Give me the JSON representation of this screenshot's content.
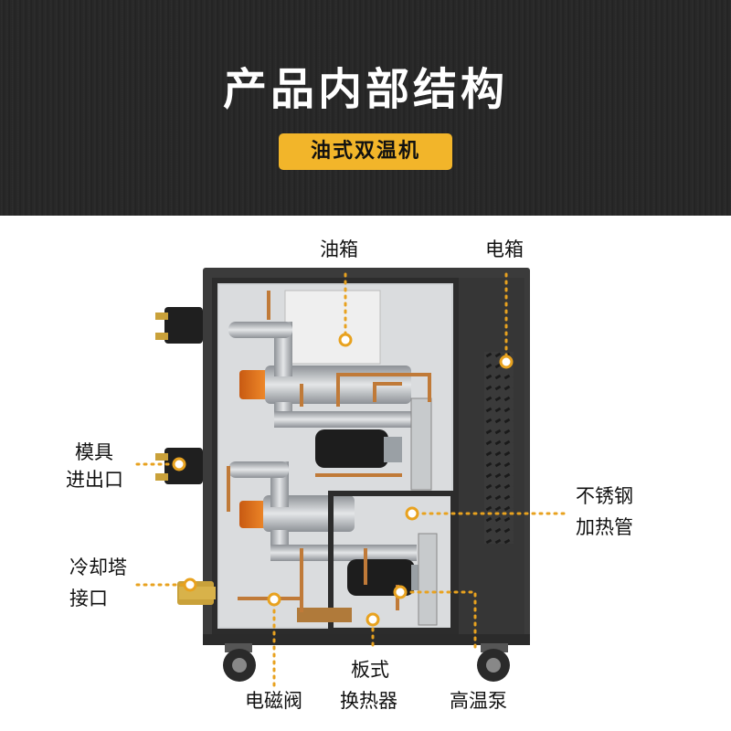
{
  "header": {
    "title": "产品内部结构",
    "badge": "油式双温机"
  },
  "labels": {
    "oil_tank": "油箱",
    "electric_box": "电箱",
    "mold_port_line1": "模具",
    "mold_port_line2": "进出口",
    "cooling_tower_line1": "冷却塔",
    "cooling_tower_line2": "接口",
    "stainless_line1": "不锈钢",
    "stainless_line2": "加热管",
    "solenoid_valve": "电磁阀",
    "plate_line1": "板式",
    "plate_line2": "换热器",
    "high_temp_pump": "高温泵"
  },
  "colors": {
    "accent": "#f2b52a",
    "header_bg": "#262626",
    "callout": "#e8a21f",
    "cabinet": "#3a3a3a"
  }
}
